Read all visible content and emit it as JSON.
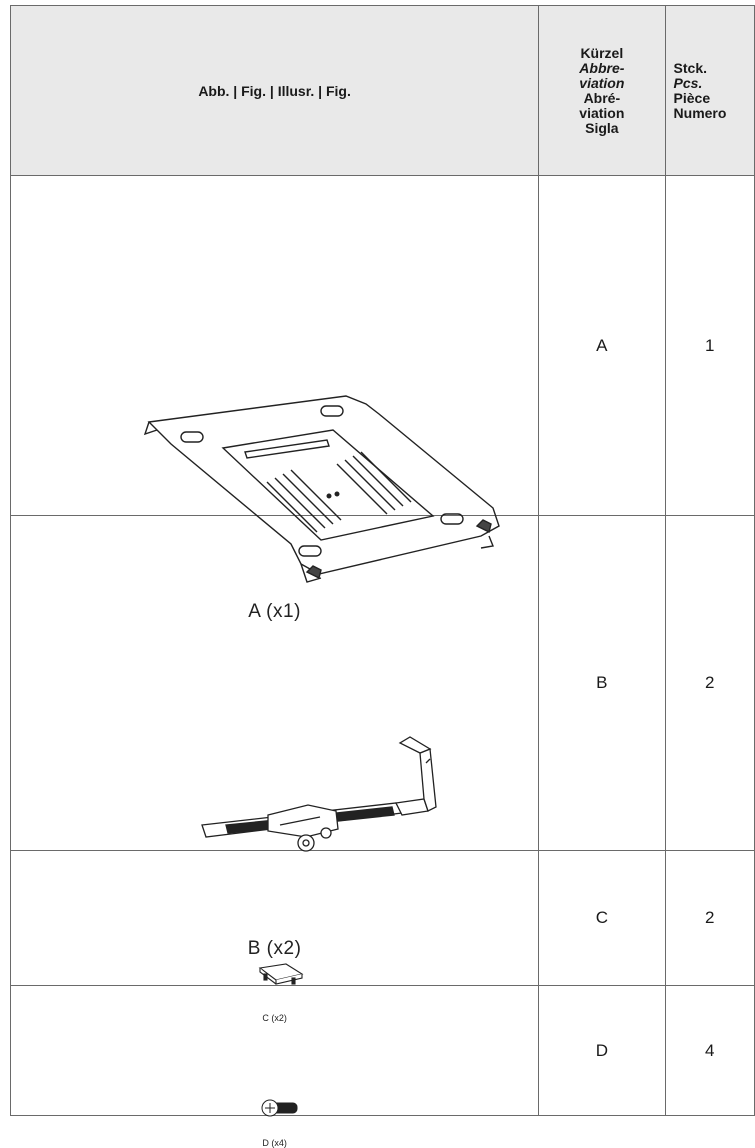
{
  "header": {
    "figure": "Abb. | Fig. | Illusr. | Fig.",
    "abbreviation_lines": [
      "Kürzel",
      "Abbre-",
      "viation",
      "Abré-",
      "viation",
      "Sigla"
    ],
    "pieces_lines": [
      "Stck.",
      "Pcs.",
      "Pièce",
      "Numero"
    ]
  },
  "rows": [
    {
      "caption": "A (x1)",
      "abbreviation": "A",
      "pieces": "1",
      "icon": "mounting-plate-icon"
    },
    {
      "caption": "B (x2)",
      "abbreviation": "B",
      "pieces": "2",
      "icon": "holder-arm-icon"
    },
    {
      "caption": "C (x2)",
      "abbreviation": "C",
      "pieces": "2",
      "icon": "cap-icon"
    },
    {
      "caption": "D (x4)",
      "abbreviation": "D",
      "pieces": "4",
      "icon": "screw-icon"
    }
  ]
}
